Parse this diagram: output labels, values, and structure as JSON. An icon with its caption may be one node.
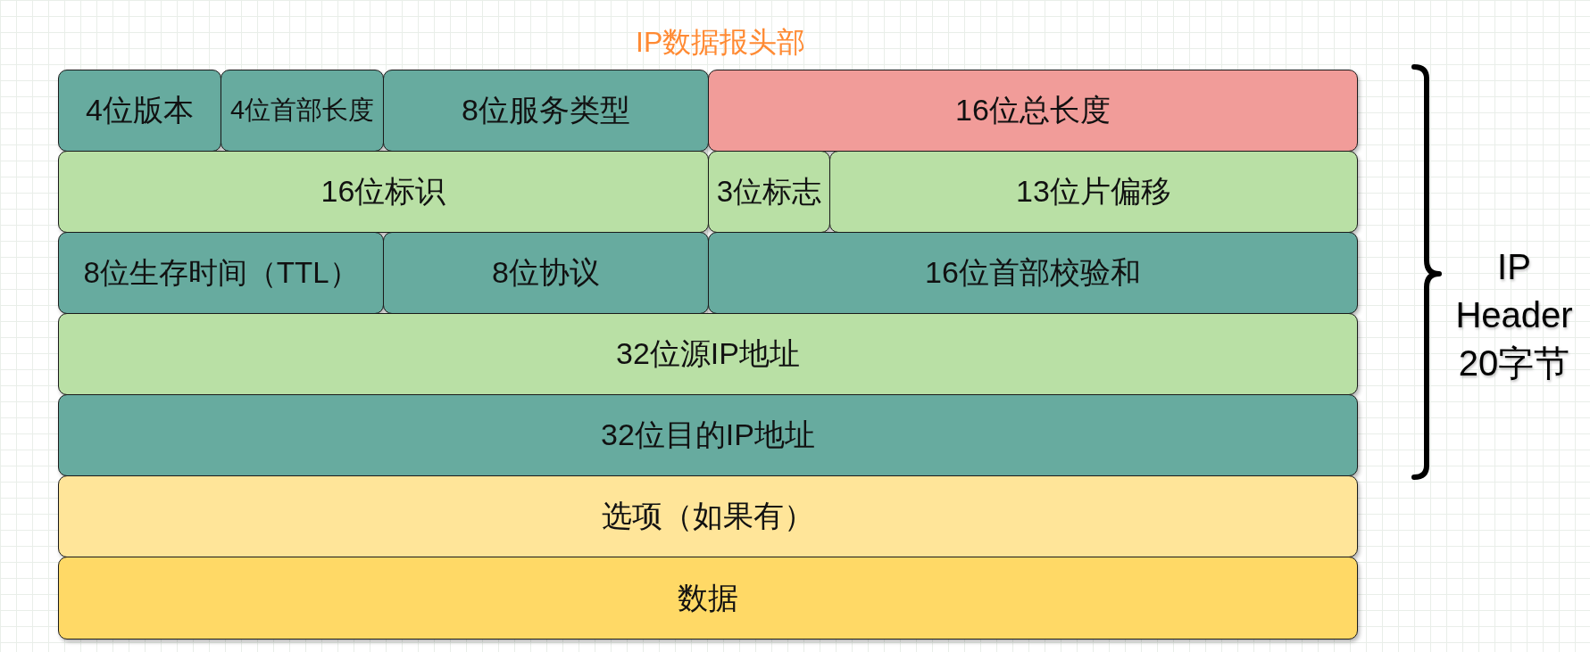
{
  "diagram": {
    "title": "IP数据报头部",
    "nodes": [
      {
        "text": [
          "4位版本"
        ]
      },
      {
        "text": [
          "4位首部长度"
        ]
      },
      {
        "text": [
          "8位服务类型"
        ]
      },
      {
        "text": [
          "16位总长度"
        ]
      },
      {
        "text": [
          "16位标识"
        ]
      },
      {
        "text": [
          "3位标志"
        ]
      },
      {
        "text": [
          "13位片偏移"
        ]
      },
      {
        "text": [
          "8位生存时间（TTL）"
        ]
      },
      {
        "text": [
          "8位协议"
        ]
      },
      {
        "text": [
          "16位首部校验和"
        ]
      },
      {
        "text": [
          "32位源IP地址"
        ]
      },
      {
        "text": [
          "32位目的IP地址"
        ]
      },
      {
        "text": [
          "选项（如果有）"
        ]
      },
      {
        "text": [
          "数据"
        ]
      }
    ],
    "labels": [
      "IP Header 20字节"
    ]
  }
}
